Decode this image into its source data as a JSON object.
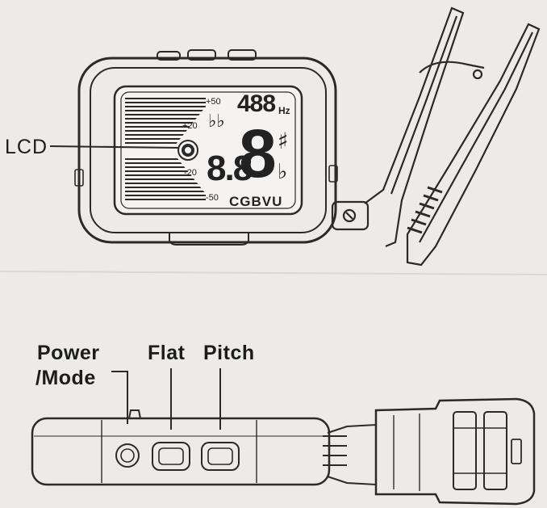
{
  "labels": {
    "lcd": "LCD",
    "power_mode_line1": "Power",
    "power_mode_line2": "/Mode",
    "flat": "Flat",
    "pitch": "Pitch"
  },
  "lcd_display": {
    "frequency": "488",
    "frequency_unit": "Hz",
    "double_flat": "♭♭",
    "sharp": "♯",
    "flat": "♭",
    "note_digits": "8.8",
    "big_digit": "8",
    "string_letters": "CGBVU",
    "scale_marks": [
      "+50",
      "+20",
      "-20",
      "-50"
    ]
  },
  "colors": {
    "paper": "#ecebe8",
    "ink": "#2a2a2a"
  }
}
